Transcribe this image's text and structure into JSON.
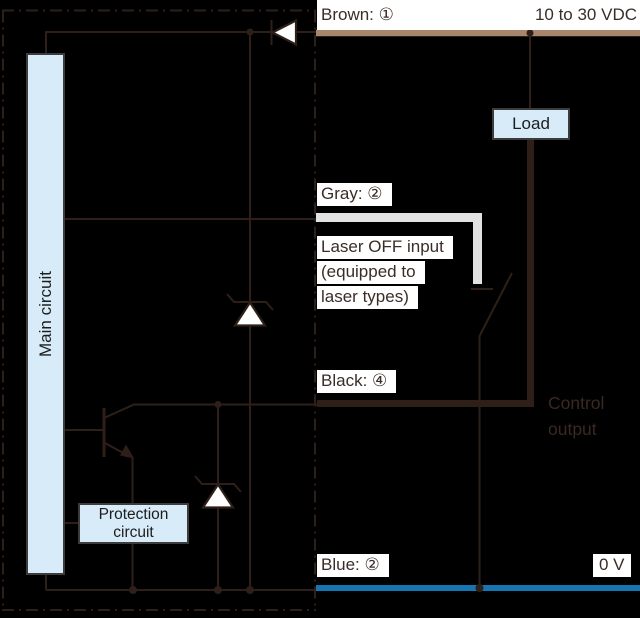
{
  "colors": {
    "line": "#2e1f19",
    "brown": "#a8866d",
    "gray": "#e2e2e2",
    "blue": "#1576b2",
    "box_fill": "#d7ebf8",
    "box_border": "#3c3c3c",
    "box_text": "#1d1d1d",
    "label_text": "#3a2d28",
    "control_text": "#3a2822"
  },
  "sensor": {
    "main_circuit": "Main circuit",
    "protection_circuit": "Protection circuit"
  },
  "load": {
    "label": "Load"
  },
  "brown": {
    "label": "Brown: ①",
    "value": "10 to 30 VDC"
  },
  "gray": {
    "label": "Gray: ②",
    "notes": [
      "Laser OFF input",
      "(equipped to",
      "laser types)"
    ]
  },
  "black": {
    "label": "Black: ④",
    "output": [
      "Control",
      "output"
    ]
  },
  "blue": {
    "label": "Blue: ②",
    "value": "0 V"
  }
}
